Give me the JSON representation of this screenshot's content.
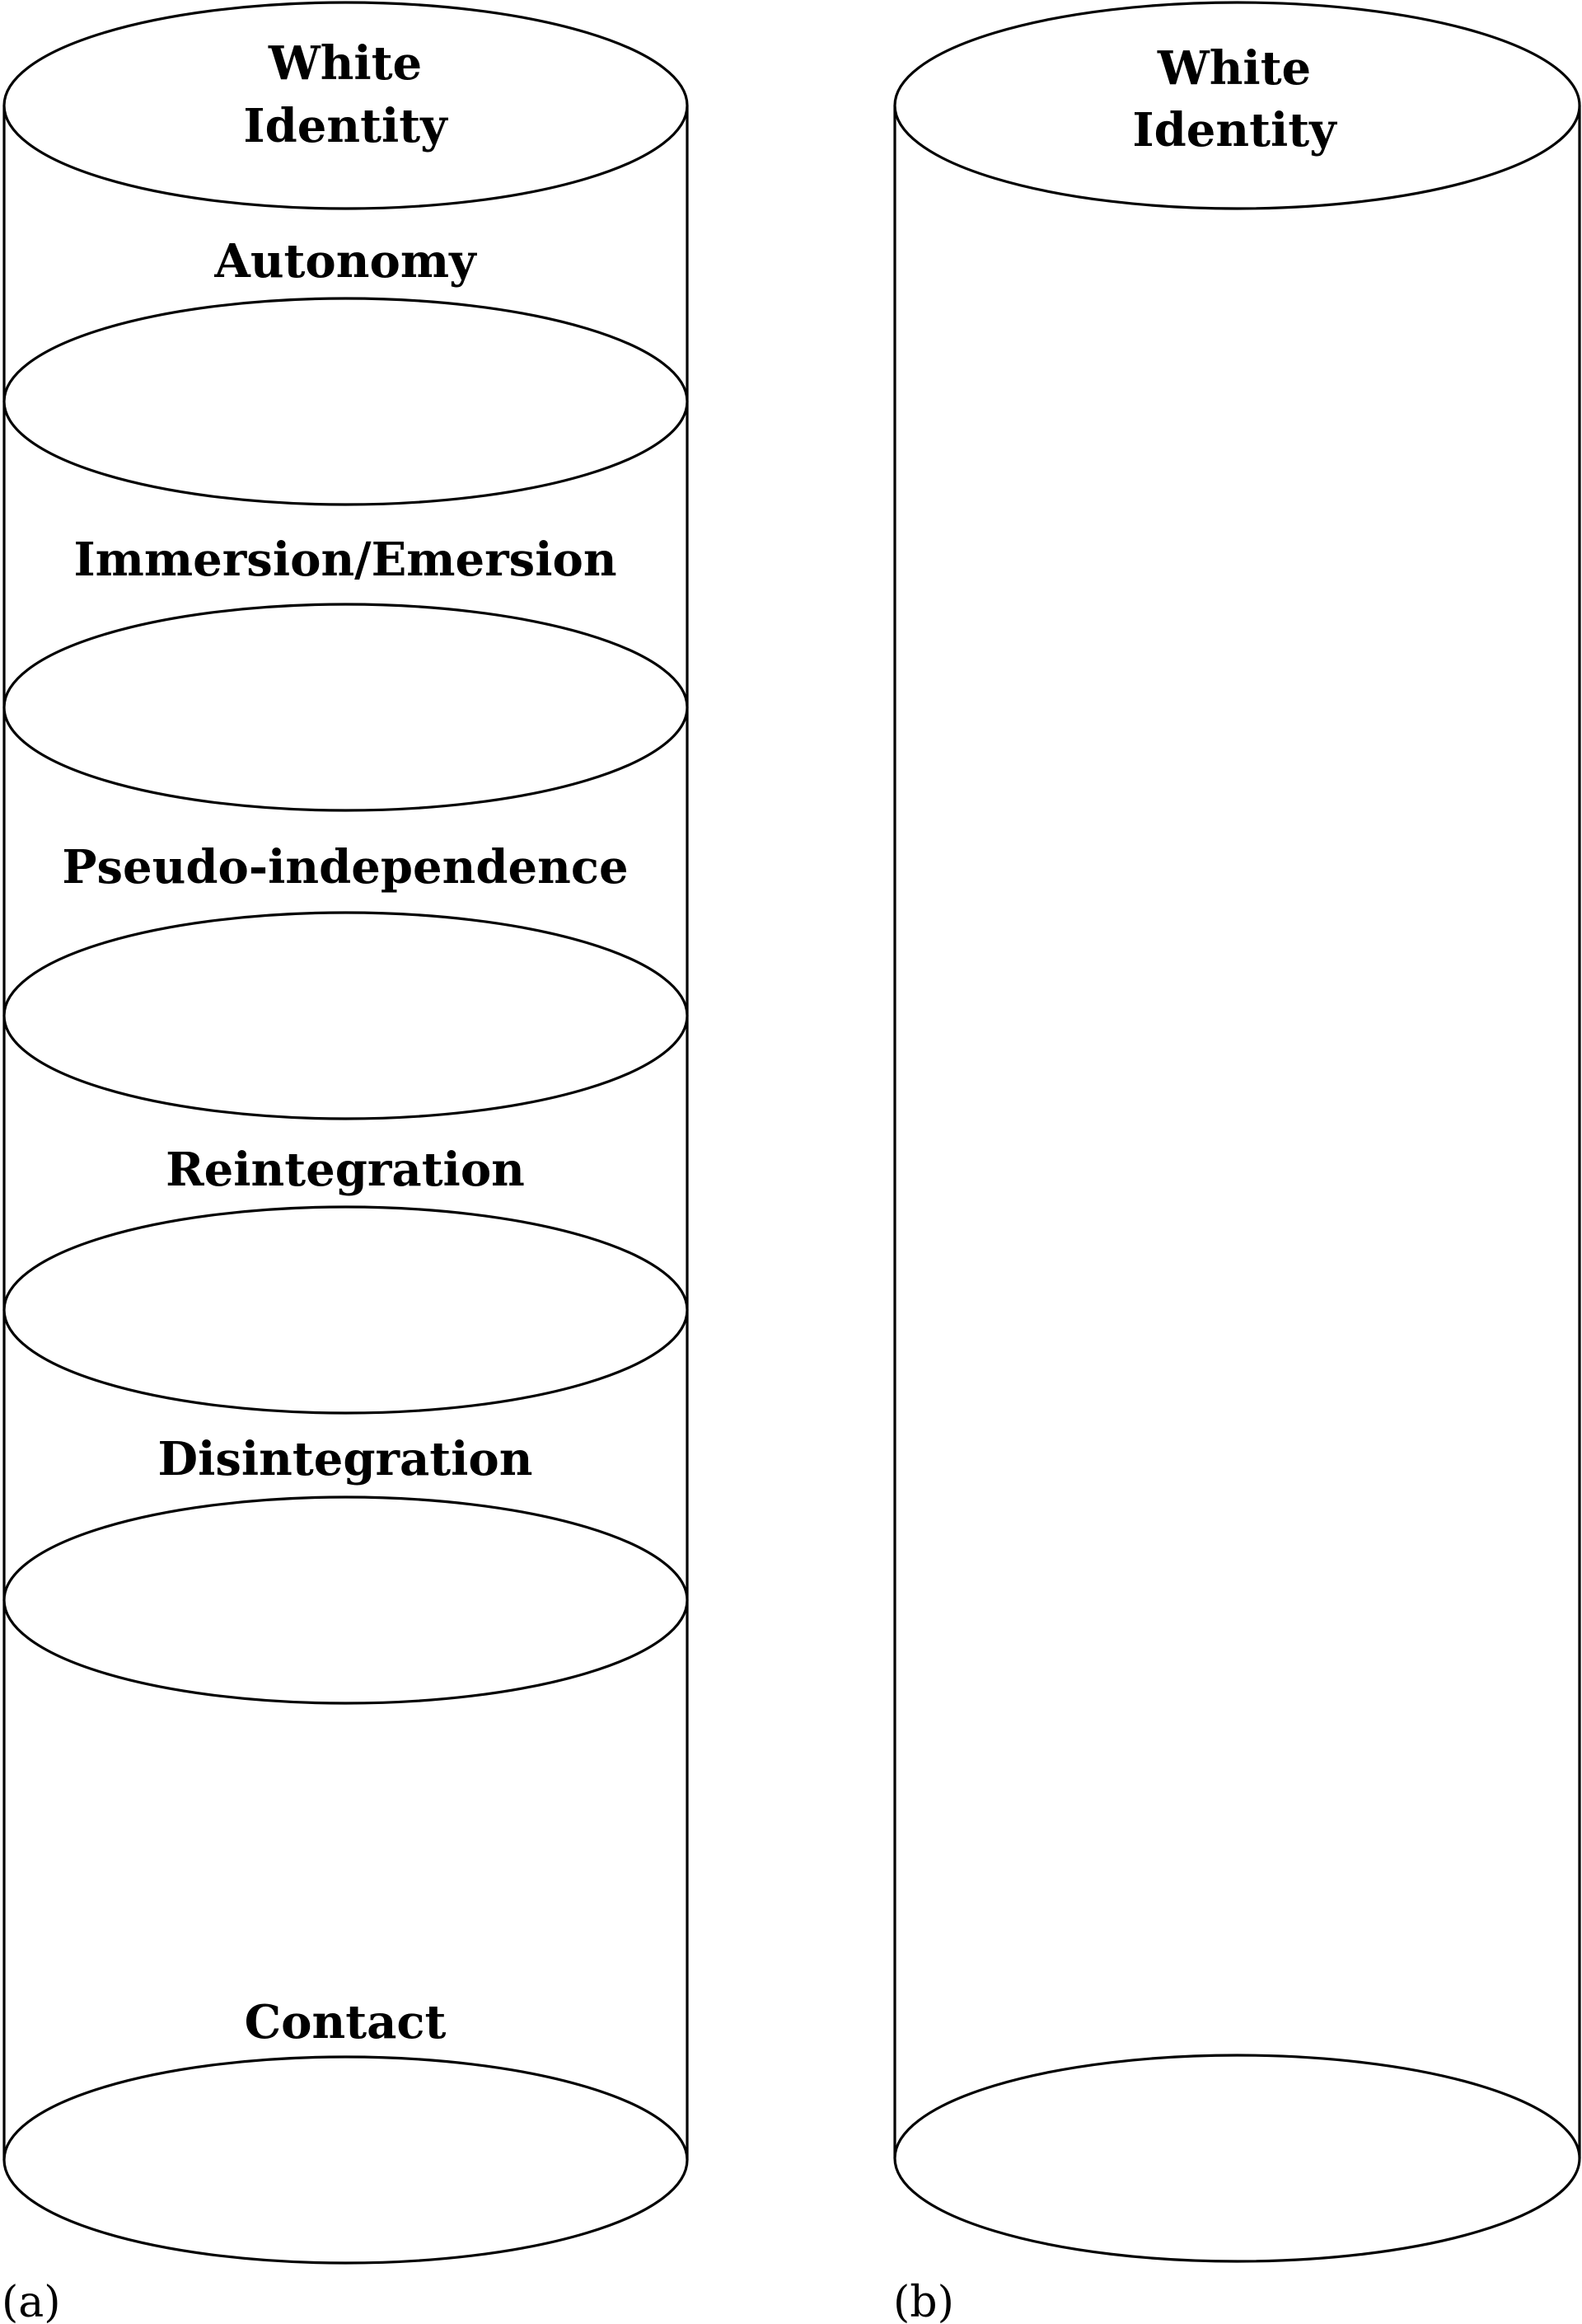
{
  "panel_a": {
    "top_label_line1": "White",
    "top_label_line2": "Identity",
    "stages": [
      "Autonomy",
      "Immersion/Emersion",
      "Pseudo-independence",
      "Reintegration",
      "Disintegration",
      "Contact"
    ],
    "panel_label": "(a)"
  },
  "panel_b": {
    "top_label_line1": "White",
    "top_label_line2": "Identity",
    "panel_label": "(b)"
  }
}
